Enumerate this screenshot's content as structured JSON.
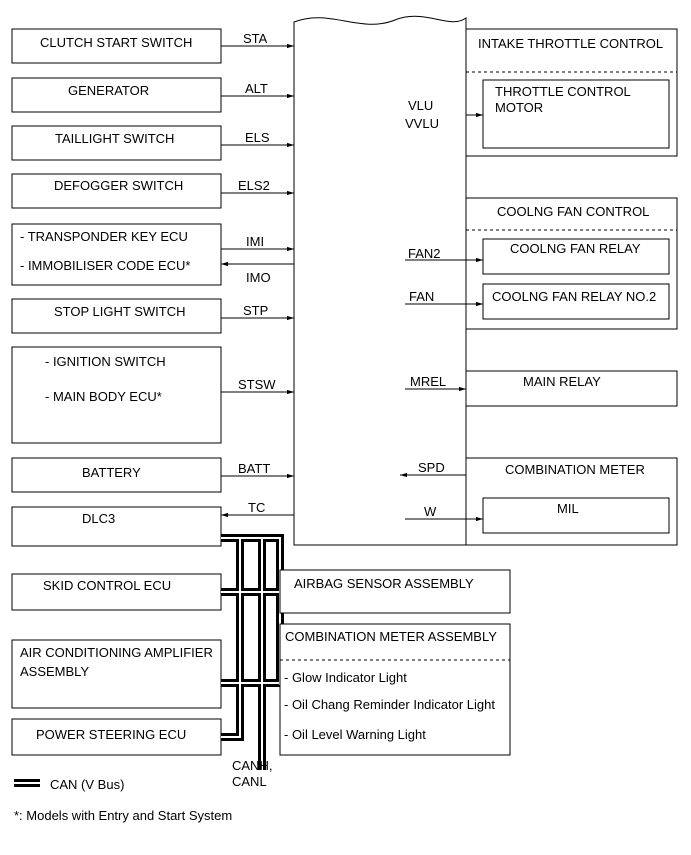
{
  "ecm": {},
  "left": {
    "clutch": "CLUTCH START SWITCH",
    "generator": "GENERATOR",
    "taillight": "TAILLIGHT SWITCH",
    "defogger": "DEFOGGER SWITCH",
    "transponder": "- TRANSPONDER KEY ECU",
    "immobiliser": "- IMMOBILISER CODE ECU*",
    "stoplight": "STOP LIGHT SWITCH",
    "ignition": "- IGNITION SWITCH",
    "mainbody": "- MAIN BODY ECU*",
    "battery": "BATTERY",
    "dlc3": "DLC3",
    "skid": "SKID CONTROL ECU",
    "aircon_1": "AIR CONDITIONING AMPLIFIER",
    "aircon_2": "ASSEMBLY",
    "power_steering": "POWER STEERING ECU"
  },
  "signals": {
    "sta": "STA",
    "alt": "ALT",
    "els": "ELS",
    "els2": "ELS2",
    "imi": "IMI",
    "imo": "IMO",
    "stp": "STP",
    "stsw": "STSW",
    "batt": "BATT",
    "tc": "TC",
    "vlu": "VLU",
    "vvlu": "VVLU",
    "fan2": "FAN2",
    "fan": "FAN",
    "mrel": "MREL",
    "spd": "SPD",
    "w": "W"
  },
  "right": {
    "intake_title": "INTAKE THROTTLE CONTROL",
    "throttle_1": "THROTTLE CONTROL",
    "throttle_2": "MOTOR",
    "fan_title": "COOLNG FAN CONTROL",
    "fan_relay": "COOLNG FAN RELAY",
    "fan_relay2": "COOLNG FAN RELAY NO.2",
    "main_relay": "MAIN RELAY",
    "combo_title": "COMBINATION METER",
    "mil": "MIL"
  },
  "can_nodes": {
    "airbag": "AIRBAG SENSOR ASSEMBLY",
    "combo_assy": "COMBINATION METER ASSEMBLY",
    "glow": "- Glow Indicator Light",
    "oil_change": "- Oil Chang Reminder Indicator Light",
    "oil_level": "- Oil Level Warning Light"
  },
  "bus_labels": {
    "canh": "CANH,",
    "canl": "CANL"
  },
  "legend": {
    "can": "CAN (V Bus)",
    "note": "*: Models with Entry and Start System"
  },
  "colors": {
    "line": "#000000",
    "background": "#ffffff"
  }
}
